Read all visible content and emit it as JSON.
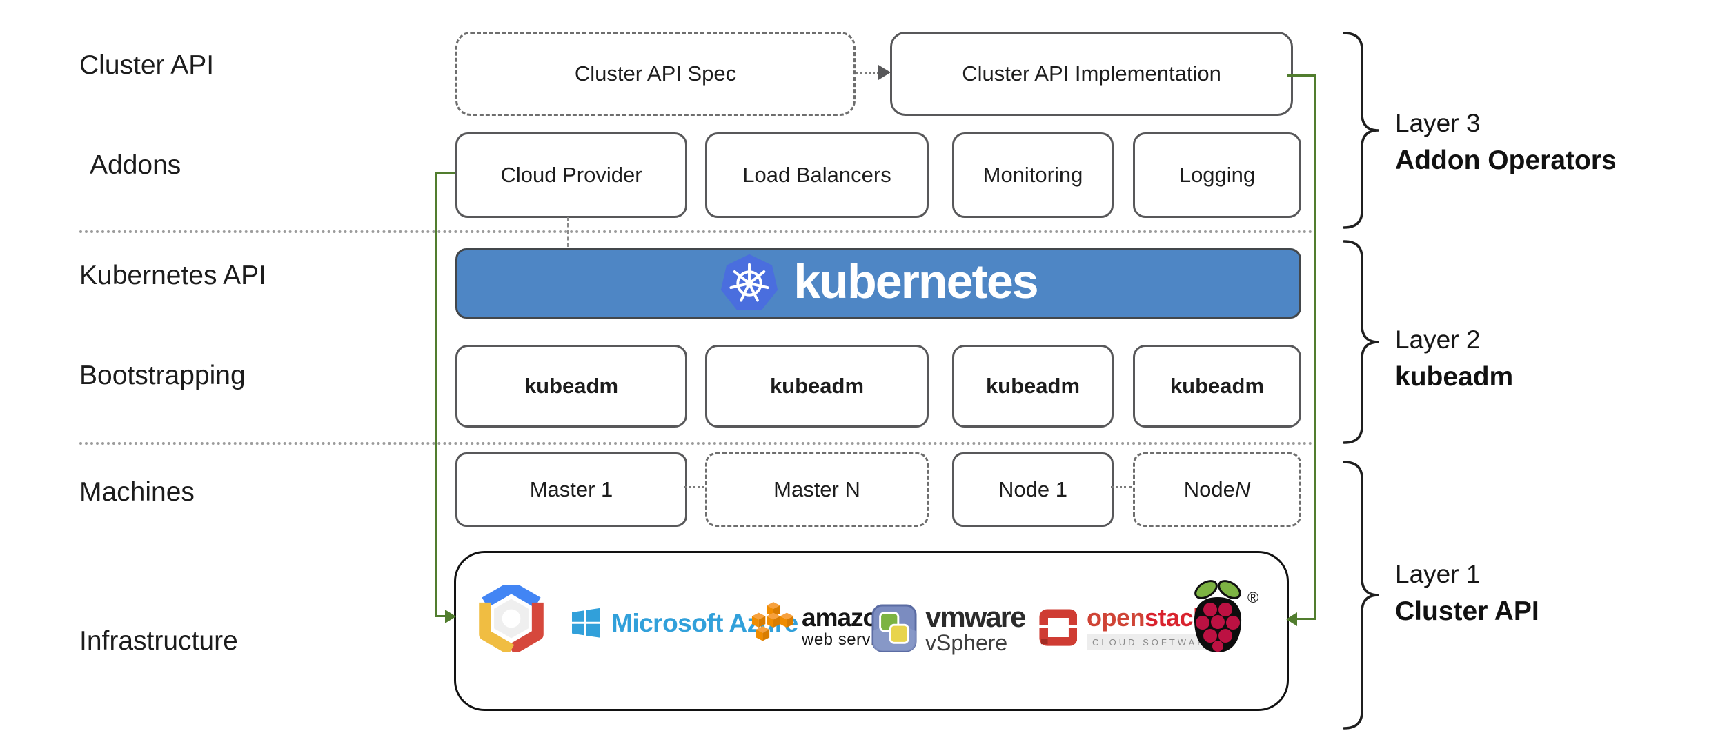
{
  "diagram": {
    "row_labels": [
      "Cluster API",
      "Addons",
      "Kubernetes API",
      "Bootstrapping",
      "Machines",
      "Infrastructure"
    ],
    "top_row": {
      "spec_label": "Cluster API Spec",
      "implementation_label": "Cluster API Implementation"
    },
    "addons": [
      "Cloud Provider",
      "Load Balancers",
      "Monitoring",
      "Logging"
    ],
    "kubernetes_banner": {
      "wordmark": "kubernetes"
    },
    "bootstrapping": [
      "kubeadm",
      "kubeadm",
      "kubeadm",
      "kubeadm"
    ],
    "machines": [
      {
        "text": "Master 1"
      },
      {
        "text": "Master N"
      },
      {
        "text": "Node 1"
      },
      {
        "text": "Node ",
        "suffix": "N"
      }
    ],
    "infrastructure": {
      "google_cloud_icon": "google-cloud-hexagon",
      "azure": {
        "text": "Microsoft Azure"
      },
      "aws": {
        "line1": "amazon",
        "line2": "web services"
      },
      "vmware": {
        "line1": "vmware",
        "line2": "vSphere"
      },
      "openstack": {
        "open": "open",
        "stack": "stack",
        "tm": "™",
        "sub": "CLOUD SOFTWARE"
      },
      "raspberry_pi": {
        "registered": "®"
      }
    },
    "layers": [
      {
        "line1": "Layer 3",
        "line2": "Addon Operators"
      },
      {
        "line1": "Layer 2",
        "line2": "kubeadm"
      },
      {
        "line1": "Layer 1",
        "line2": "Cluster API"
      }
    ],
    "colors": {
      "banner_blue": "#4e86c5",
      "k8s_logo_blue": "#4a6ede",
      "flow_green": "#517d2e",
      "border_gray": "#58585a",
      "azure_blue": "#31a0da",
      "aws_orange": "#f08c00",
      "openstack_red": "#d9232e",
      "raspberry_crimson": "#bc1142",
      "leaf_green": "#7db343"
    }
  }
}
